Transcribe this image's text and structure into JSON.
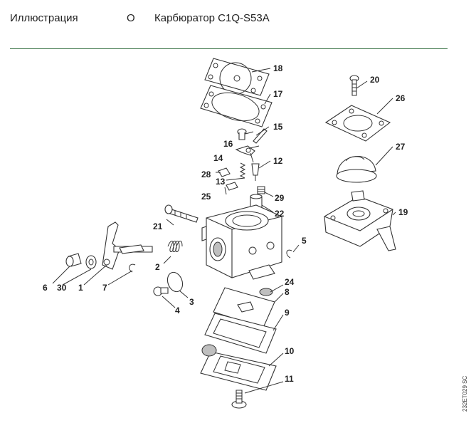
{
  "header": {
    "left": "Иллюстрация",
    "mid": "O",
    "right": "Карбюратор C1Q-S53A"
  },
  "code": "232ET029 SC",
  "labels": {
    "p1": "1",
    "p2": "2",
    "p3": "3",
    "p4": "4",
    "p5": "5",
    "p6": "6",
    "p7": "7",
    "p8": "8",
    "p9": "9",
    "p10": "10",
    "p11": "11",
    "p12": "12",
    "p13": "13",
    "p14": "14",
    "p15": "15",
    "p16": "16",
    "p17": "17",
    "p18": "18",
    "p19": "19",
    "p20": "20",
    "p21": "21",
    "p22": "22",
    "p24": "24",
    "p25": "25",
    "p26": "26",
    "p27": "27",
    "p28": "28",
    "p29": "29",
    "p30": "30"
  }
}
